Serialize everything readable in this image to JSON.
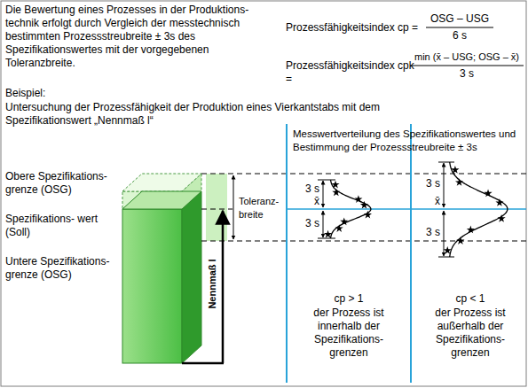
{
  "diagram": {
    "labels": [
      "Die Bewertung eines Prozesses in der Produktions- technik erfolgt durch Vergleich der messtechnisch bestimmten Prozessstreubreite ± 3s des Spezifikationswertes mit der vorgegebenen Toleranzbreite.",
      "Prozessfähigkeitsindex cp =",
      "OSG – USG",
      "6 s",
      "Prozessfähigkeitsindex cpk =",
      "min (x̄ – USG; OSG – x̄)",
      "3 s",
      "Beispiel:",
      "Untersuchung der Prozessfähigkeit der Produktion eines Vierkantstabs mit dem Spezifikationswert „Nennmaß l“",
      "Obere Spezifikations- grenze (OSG)",
      "Spezifikations- wert (Soll)",
      "Untere Spezifikations- grenze (OSG)",
      "Nennmaß l",
      "Toleranz- breite",
      "Messwertverteilung des Spezifikationswertes und Bestimmung der Prozessstreubreite ± 3s",
      "3 s",
      "x̄",
      "3 s",
      "3 s",
      "x̄",
      "3 s",
      "cp > 1",
      "der Prozess ist innerhalb der Spezifikations- grenzen",
      "cp < 1",
      "der Prozess ist außerhalb der Spezifikations- grenzen"
    ]
  }
}
